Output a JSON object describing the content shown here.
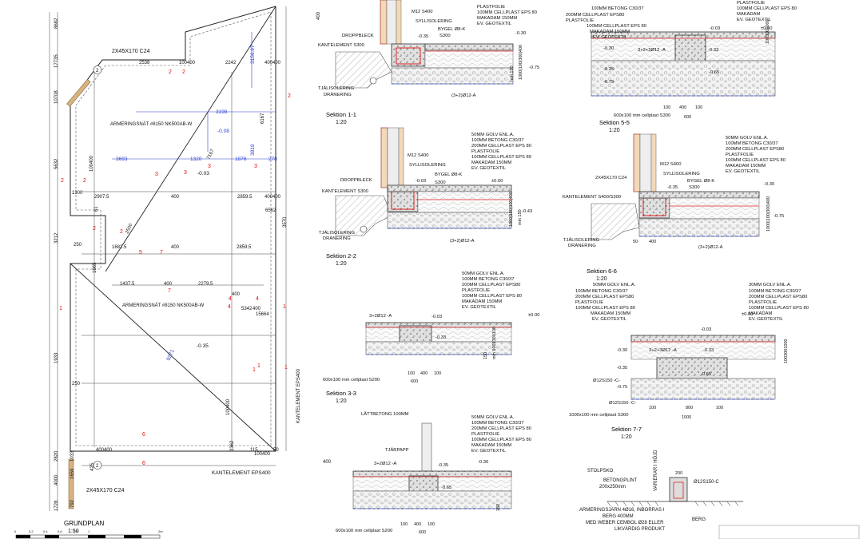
{
  "plan": {
    "title": "GRUNDPLAN",
    "scale": "1:50",
    "labels": {
      "joist_top": "2X45X170 C24",
      "joist_bottom": "2X45X170 C24",
      "mesh_1": "ARMERINGSNÄT #8150 NK500AB-W",
      "mesh_2": "ARMERINGSNÄT #8150 NK500AB-W",
      "edge_element_bottom": "KANTELEMENT EPS400",
      "edge_element_right": "KANTELEMENT EPS400",
      "level_1": "-0.35",
      "level_2": "-0.08",
      "level_3": "-0.03"
    },
    "dims_black": [
      "2538",
      "100400",
      "2242",
      "400400",
      "2907.5",
      "400",
      "2859.5",
      "400400",
      "1682.5",
      "400",
      "2859.5",
      "1437.5",
      "400",
      "2279.5",
      "400",
      "5342",
      "400",
      "400",
      "6167",
      "7167",
      "2500",
      "100400",
      "100400",
      "400",
      "425",
      "3362",
      "8682",
      "17735",
      "10708",
      "5632",
      "3212",
      "1933",
      "2820",
      "4000",
      "1728",
      "1033",
      "1659",
      "792",
      "3570",
      "6562",
      "1300",
      "250",
      "61",
      "250",
      "1665",
      "115",
      "15664",
      "400400",
      "100400",
      "50"
    ],
    "dims_blue": [
      "3198",
      "3693",
      "1320",
      "1876",
      "278",
      "3156.97",
      "3819",
      "9271"
    ],
    "red_markers": [
      "2",
      "2",
      "2",
      "2",
      "3",
      "3",
      "3",
      "3",
      "2",
      "2",
      "2",
      "5",
      "7",
      "7",
      "4",
      "4",
      "4",
      "1",
      "1",
      "1",
      "1",
      "1",
      "6",
      "6"
    ],
    "circle_markers": [
      "2",
      "2"
    ],
    "scale_bar": [
      "0",
      "0.2",
      "0.4",
      "0.6",
      "0.8",
      "1",
      "2m"
    ]
  },
  "sections": [
    {
      "id": "s1",
      "title": "Sektion 1-1",
      "scale": "1:20",
      "labels": [
        "M12 S400",
        "SYLLISOLERING",
        "BYGEL Ø8-K",
        "S300",
        "DROPPBLECK",
        "KANTELEMENT S300",
        "TJÄLISOLERING",
        "DRÄNERING",
        "(3+2)Ø12-A"
      ],
      "levels": [
        "-0.30",
        "-0.35",
        "-0.75"
      ],
      "layers": [
        "100MM CELLPLAST EPS 80",
        "MAKADAM 150MM",
        "EV. GEOTEXTIL",
        "PLASTFOLIE"
      ],
      "dims": [
        "1000|100|300|400",
        "min 150"
      ]
    },
    {
      "id": "s2",
      "title": "Sektion 2-2",
      "scale": "1:20",
      "labels": [
        "M12 S400",
        "SYLLISOLERING",
        "BYGEL Ø8-K",
        "S300",
        "DROPPBLECK",
        "KANTELEMENT S300",
        "TJÄLISOLERING",
        "DRÄNERING",
        "(3+2)Ø12-A"
      ],
      "levels": [
        "±0.00",
        "-0.03",
        "-0.43"
      ],
      "layers": [
        "50MM GOLV ENL.A.",
        "100MM BETONG C30/37",
        "200MM CELLPLAST EPS 80",
        "PLASTFOLIE",
        "100MM CELLPLAST EPS 80",
        "MAKADAM 150MM",
        "EV. GEOTEXTIL"
      ],
      "dims": [
        "1000|100|300|400",
        "min 150"
      ]
    },
    {
      "id": "s3",
      "title": "Sektion 3-3",
      "scale": "1:20",
      "labels": [
        "3+2Ø12 -A",
        "600x100 mm cellplast S200"
      ],
      "levels": [
        "±0.00",
        "-0.03",
        "-0.33"
      ],
      "layers": [
        "50MM GOLV ENL.A.",
        "100MM BETONG C30/37",
        "200MM CELLPLAST EPS80",
        "PLASTFOLIE",
        "100MM CELLPLAST EPS 80",
        "MAKADAM 150MM",
        "EV. GEOTEXTIL"
      ],
      "dims": [
        "100",
        "400",
        "100",
        "600",
        "150",
        "min 1001300100"
      ]
    },
    {
      "id": "s4",
      "title": "",
      "scale": "",
      "labels": [
        "LÄTTBETONG 100MM",
        "TJÄRPAPP",
        "3+2Ø12 -A",
        "600x100 mm cellplast S200"
      ],
      "levels": [
        "-0.30",
        "-0.35",
        "-0.65"
      ],
      "layers": [
        "50MM GOLV ENL.A.",
        "100MM BETONG C30/37",
        "200MM CELLPLAST EPS 80",
        "PLASTFOLIE",
        "100MM CELLPLAST EPS 80",
        "MAKADAM 150MM",
        "EV. GEOTEXTIL"
      ],
      "dims": [
        "100",
        "400",
        "100",
        "600",
        "150"
      ]
    },
    {
      "id": "s5",
      "title": "Sektion 5-5",
      "scale": "1:20",
      "labels": [
        "3+2+3Ø12 -A",
        "600x100 mm cellplast S300"
      ],
      "levels": [
        "±0.00",
        "-0.03",
        "-0.30",
        "-0.33",
        "-0.35",
        "-0.65",
        "-0.75"
      ],
      "layers": [
        "100MM BETONG C30/37",
        "200MM CELLPLAST EPS80",
        "PLASTFOLIE",
        "100MM CELLPLAST EPS 80",
        "MAKADAM 150MM",
        "EV. GEOTEXTIL",
        "PLASTFOLIE",
        "100MM CELLPLAST EPS 80",
        "MAKADAM",
        "EV. GEOTEXTIL"
      ],
      "dims": [
        "100",
        "400",
        "100",
        "600",
        "1003001000"
      ]
    },
    {
      "id": "s6",
      "title": "Sektion 6-6",
      "scale": "1:20",
      "labels": [
        "M12 S400",
        "SYLLISOLERING",
        "BYGEL Ø8-K",
        "S300",
        "2X45X170 C24",
        "KANTELEMENT S400/S300",
        "TJÄLISOLERING",
        "DRÄNERING",
        "(3+2)Ø12-A"
      ],
      "levels": [
        "-0.35",
        "-0.30",
        "-0.75"
      ],
      "layers": [
        "50MM GOLV ENL.A.",
        "100MM BETONG C30/37",
        "200MM CELLPLAST EPS80",
        "PLASTFOLIE",
        "100MM CELLPLAST EPS 80",
        "MAKADAM 150MM",
        "EV. GEOTEXTIL"
      ],
      "dims": [
        "50",
        "400",
        "1000|100|300|400"
      ]
    },
    {
      "id": "s7",
      "title": "Sektion 7-7",
      "scale": "1:20",
      "labels": [
        "3+2+3Ø12 -A",
        "Ø12S150 -C-",
        "Ø12S150 -C-",
        "1000x100 mm cellplast S300"
      ],
      "levels": [
        "±0.00",
        "-0.03",
        "-0.30",
        "-0.33",
        "-0.35",
        "-0.65",
        "-0.75"
      ],
      "layers": [
        "50MM GOLV ENL.A.",
        "100MM BETONG C30/37",
        "200MM CELLPLAST EPS80",
        "PLASTFOLIE",
        "100MM CELLPLAST EPS 80",
        "MAKADAM 150MM",
        "EV. GEOTEXTIL",
        "30MM GOLV ENL.A.",
        "100MM BETONG C30/37",
        "200MM CELLPLAST EPS80",
        "PLASTFOLIE",
        "100MM CELLPLAST EPS 80",
        "MAKADAM",
        "EV. GEOTEXTIL"
      ],
      "dims": [
        "100",
        "800",
        "100",
        "1000",
        "1003001000"
      ]
    }
  ],
  "post_detail": {
    "labels": [
      "STOLPSKO",
      "BETONGPLINT",
      "200x250mm",
      "Ø12S150-C",
      "VARIERAR I HÖJD",
      "BERG",
      "ARMERINGSJÄRN 4Ø16, INBORRAS I",
      "BERG 400MM",
      "MED WEBER CEMBOL Ø28 ELLER",
      "LIKVÄRDIG PRODUKT"
    ],
    "dims": [
      "200"
    ]
  }
}
